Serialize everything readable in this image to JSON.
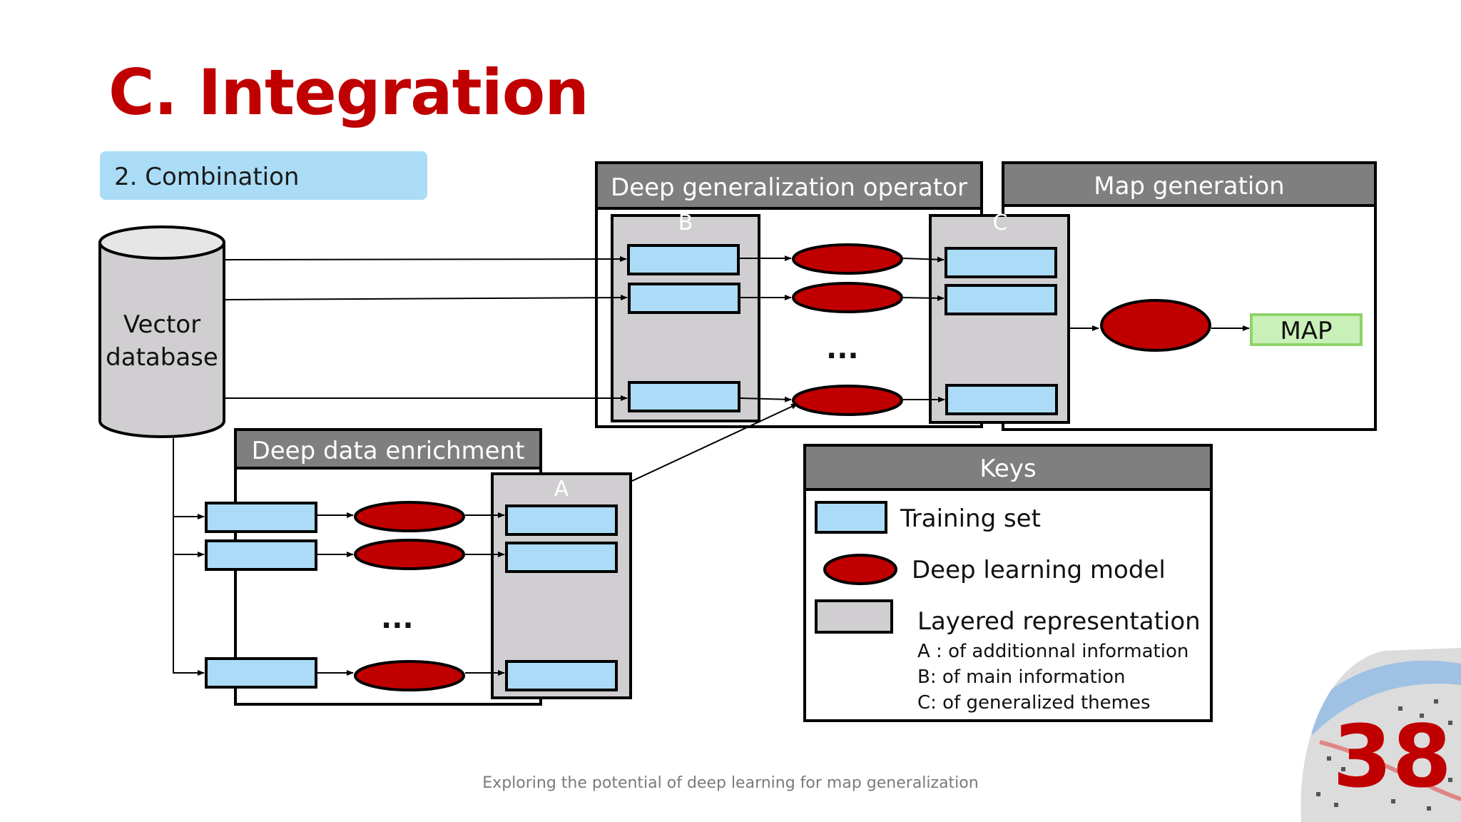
{
  "slide": {
    "title": "C. Integration",
    "subtitle": "2. Combination",
    "footer": "Exploring the potential of deep learning for map generalization",
    "page_number": "38",
    "accent_color": "#c00000"
  },
  "diagram": {
    "database_label_line1": "Vector",
    "database_label_line2": "database",
    "panels": {
      "operator": "Deep generalization operator",
      "map_generation": "Map generation",
      "enrichment": "Deep data enrichment"
    },
    "layer_letters": {
      "a": "A",
      "b": "B",
      "c": "C"
    },
    "ellipsis": "...",
    "map_label": "MAP",
    "keys": {
      "title": "Keys",
      "training_set": "Training set",
      "deep_learning_model": "Deep learning model",
      "layered_representation": "Layered representation",
      "a_desc": "A : of additionnal information",
      "b_desc": "B: of main information",
      "c_desc": "C: of generalized themes"
    },
    "colors": {
      "training_set": "#abdbf6",
      "model": "#c00000",
      "layer": "#d0ced0",
      "header": "#7f7f7f",
      "map": "#c9f0b8",
      "map_border": "#8fd36a"
    }
  }
}
